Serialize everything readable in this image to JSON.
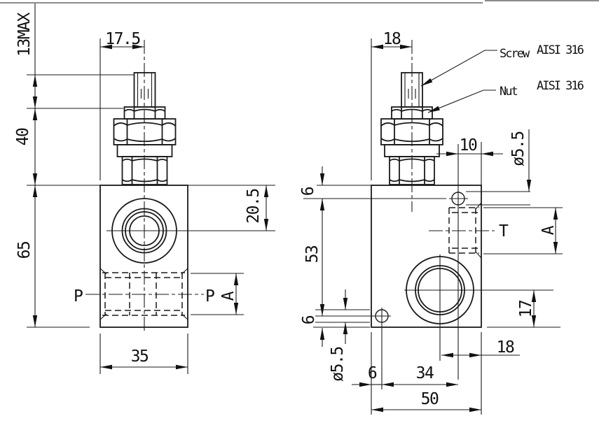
{
  "left_view": {
    "dim_stem_exposed": "13MAX",
    "dim_screw_offset": "17.5",
    "dim_adjuster_height": "40",
    "dim_body_height": "65",
    "dim_port_center": "20.5",
    "dim_body_width": "35",
    "port_left": "P",
    "port_right": "P",
    "dim_port_size": "A"
  },
  "right_view": {
    "dim_screw_offset": "18",
    "callout_screw": {
      "label": "Screw",
      "material": "AISI 316"
    },
    "callout_nut": {
      "label": "Nut",
      "material": "AISI 316"
    },
    "dim_hole_to_edge_top": "10",
    "dim_hole_dia_top": "ø5.5",
    "dim_edge_to_hole_top": "6",
    "dim_hole_spacing_vertical": "53",
    "dim_hole_center_to_bottom": "6",
    "dim_hole_dia_bottom": "ø5.5",
    "dim_edge_to_hole_bottom": "6",
    "dim_hole_spacing_horizontal": "34",
    "dim_body_depth": "50",
    "dim_port_to_edge": "18",
    "dim_port_center_to_bottom": "17",
    "port_t": "T",
    "dim_port_size": "A"
  }
}
